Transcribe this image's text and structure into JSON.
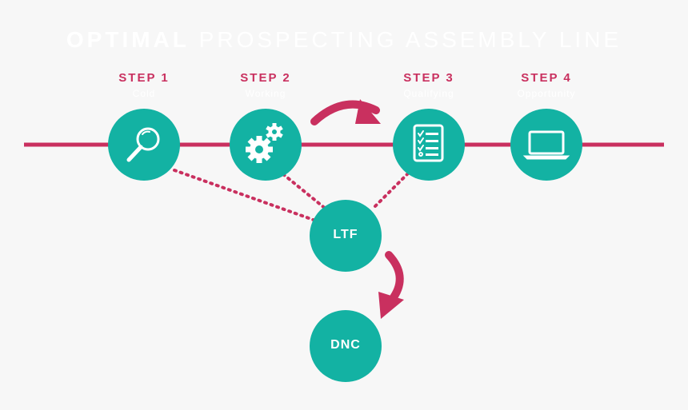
{
  "title": {
    "bold": "OPTIMAL",
    "light": "PROSPECTING ASSEMBLY LINE"
  },
  "steps": [
    {
      "label": "STEP 1",
      "sub": "Cold",
      "icon": "magnifier-icon"
    },
    {
      "label": "STEP 2",
      "sub": "Working",
      "icon": "gears-icon"
    },
    {
      "label": "STEP 3",
      "sub": "Qualifying",
      "icon": "checklist-icon"
    },
    {
      "label": "STEP 4",
      "sub": "Opportunity",
      "icon": "laptop-icon"
    }
  ],
  "nodes": {
    "ltf": "LTF",
    "dnc": "DNC"
  },
  "colors": {
    "teal": "#13b2a3",
    "magenta": "#c9305f",
    "background": "#f7f7f7",
    "white": "#ffffff"
  }
}
